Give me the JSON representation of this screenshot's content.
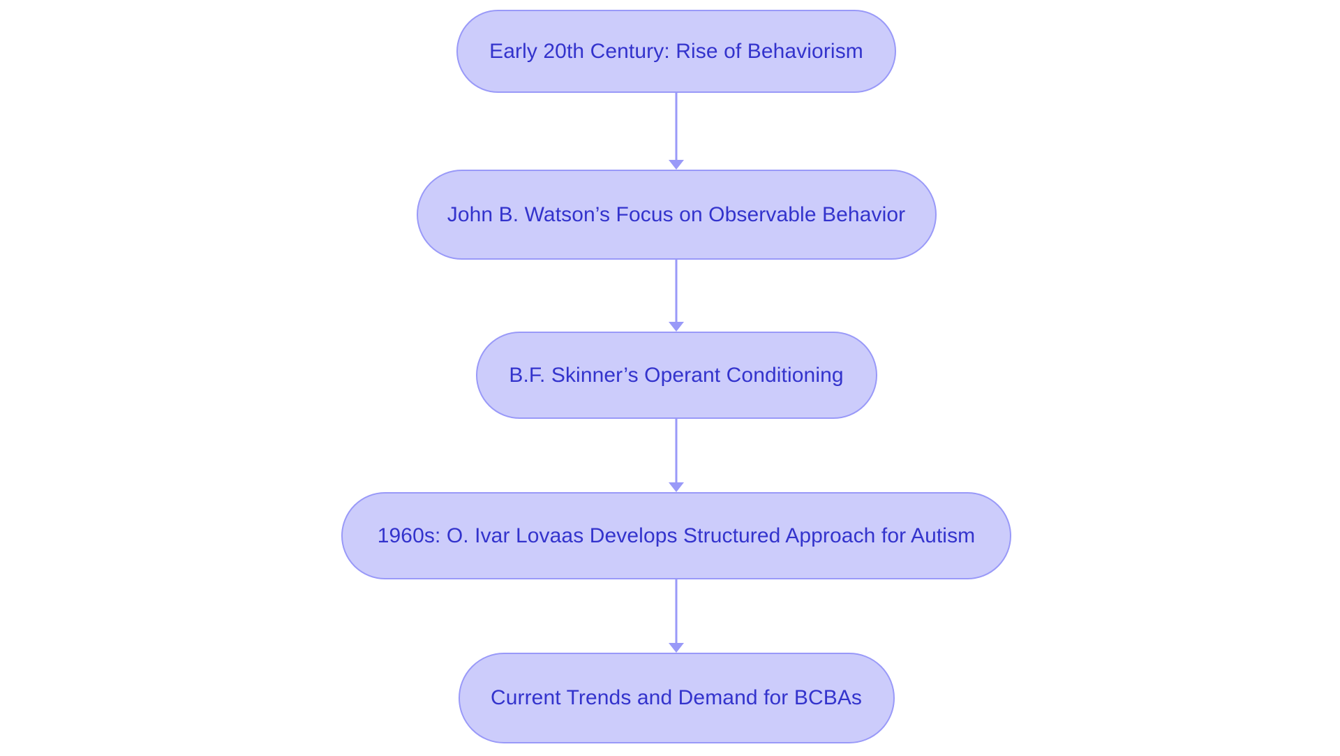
{
  "diagram": {
    "type": "vertical-flowchart",
    "orientation": "top-to-bottom",
    "background_color": "#ffffff",
    "node_fill_color": "#ccccfb",
    "node_border_color": "#9999f8",
    "node_text_color": "#3333cc",
    "connector_color": "#9999f8",
    "node_shape": "stadium",
    "node_count": 5,
    "connector_count": 4,
    "nodes": [
      {
        "id": "node-1",
        "label": "Early 20th Century: Rise of Behaviorism"
      },
      {
        "id": "node-2",
        "label": "John B. Watson’s Focus on Observable Behavior"
      },
      {
        "id": "node-3",
        "label": "B.F. Skinner’s Operant Conditioning"
      },
      {
        "id": "node-4",
        "label": "1960s: O. Ivar Lovaas Develops Structured Approach for Autism"
      },
      {
        "id": "node-5",
        "label": "Current Trends and Demand for BCBAs"
      }
    ],
    "connectors": [
      {
        "id": "edge-1",
        "from": "node-1",
        "to": "node-2",
        "arrowhead": "triangle-down"
      },
      {
        "id": "edge-2",
        "from": "node-2",
        "to": "node-3",
        "arrowhead": "triangle-down"
      },
      {
        "id": "edge-3",
        "from": "node-3",
        "to": "node-4",
        "arrowhead": "triangle-down"
      },
      {
        "id": "edge-4",
        "from": "node-4",
        "to": "node-5",
        "arrowhead": "triangle-down"
      }
    ]
  }
}
